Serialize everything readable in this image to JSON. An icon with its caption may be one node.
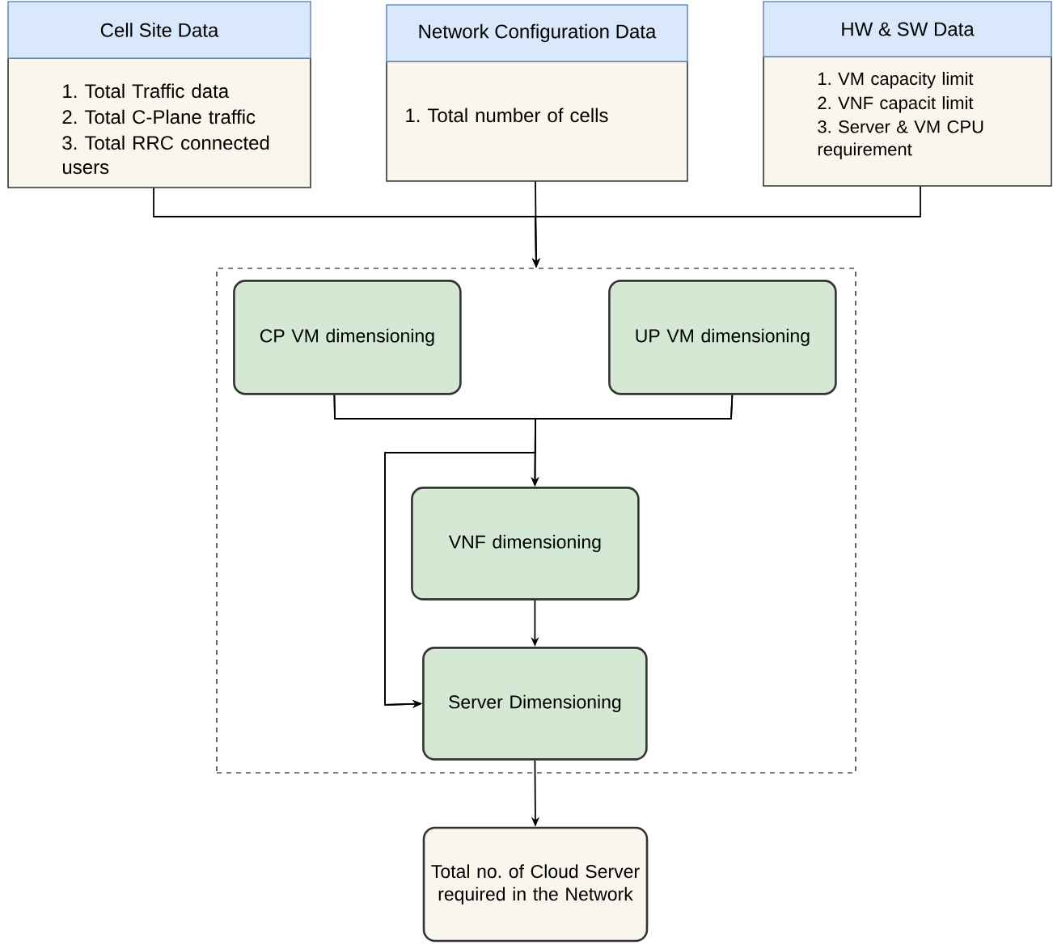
{
  "diagram": {
    "nodes": [
      {
        "text": [
          "Cell Site Data",
          "1. Total Traffic data",
          "2. Total C-Plane traffic",
          "3. Total RRC connected users"
        ]
      },
      {
        "text": [
          "Network Configuration Data",
          "1. Total number of cells"
        ]
      },
      {
        "text": [
          "HW & SW Data",
          "1. VM capacity limit",
          "2. VNF capacit limit",
          "3. Server & VM CPU requirement"
        ]
      },
      {
        "text": [],
        "shape": "box"
      },
      {
        "text": [
          "CP VM dimensioning"
        ],
        "in": 3
      },
      {
        "text": [
          "UP VM dimensioning"
        ],
        "in": 3
      },
      {
        "text": [
          "VNF dimensioning"
        ],
        "in": 3
      },
      {
        "text": [
          "Server Dimensioning"
        ],
        "in": 3
      },
      {
        "text": [
          "Total no. of Cloud Server required in the Network"
        ]
      }
    ],
    "edges": [
      {
        "from": 0,
        "to": 3,
        "arrow": "to"
      },
      {
        "from": 1,
        "to": 3,
        "arrow": "to"
      },
      {
        "from": 2,
        "to": 3,
        "arrow": "to"
      },
      {
        "from": 4,
        "to": 6,
        "arrow": "to"
      },
      {
        "from": 5,
        "to": 6,
        "arrow": "to"
      },
      {
        "from": 4,
        "to": 7,
        "arrow": "to"
      },
      {
        "from": 5,
        "to": 7,
        "arrow": "to"
      },
      {
        "from": 6,
        "to": 7,
        "arrow": "to"
      },
      {
        "from": 7,
        "to": 8,
        "arrow": "to"
      }
    ]
  }
}
